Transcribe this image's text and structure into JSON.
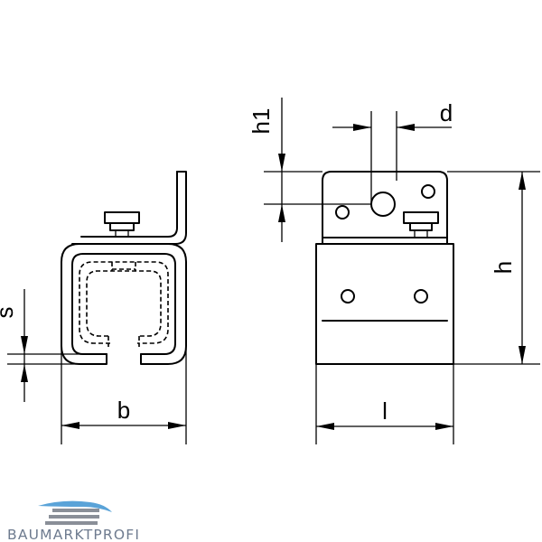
{
  "dimensions": {
    "s": "s",
    "b": "b",
    "h1": "h1",
    "d": "d",
    "h": "h",
    "l": "l"
  },
  "logo": {
    "text": "BAUMARKTPROFI",
    "colors": {
      "roof": "#5aa3d8",
      "stripes": "#8a8f98",
      "text": "#6e7b8f"
    }
  }
}
